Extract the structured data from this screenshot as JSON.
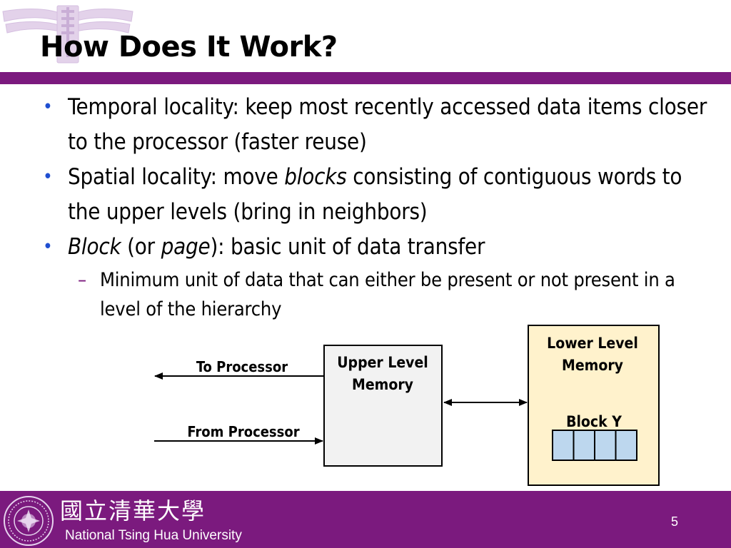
{
  "slide": {
    "title": "How Does It Work?",
    "bullets": [
      {
        "parts": [
          {
            "text": "Temporal locality: keep most recently accessed data items closer to the processor (faster reuse)",
            "italic": false
          }
        ]
      },
      {
        "parts": [
          {
            "text": "Spatial locality: move ",
            "italic": false
          },
          {
            "text": "blocks",
            "italic": true
          },
          {
            "text": " consisting of contiguous words to the upper levels (bring in neighbors)",
            "italic": false
          }
        ]
      },
      {
        "parts": [
          {
            "text": "Block",
            "italic": true
          },
          {
            "text": " (or ",
            "italic": false
          },
          {
            "text": "page",
            "italic": true
          },
          {
            "text": "): basic unit of data transfer",
            "italic": false
          }
        ]
      }
    ],
    "sub_bullet": "Minimum unit of data that can either be present or not present in a level of the hierarchy",
    "bullet_glyph": "•",
    "sub_glyph": "–"
  },
  "diagram": {
    "to_processor": "To Processor",
    "from_processor": "From Processor",
    "upper_level": [
      "Upper Level",
      "Memory"
    ],
    "lower_level": [
      "Lower Level",
      "Memory"
    ],
    "block_label": "Block Y",
    "block_cells": 4,
    "colors": {
      "upper_fill": "#f2f2f2",
      "lower_fill": "#fff2cc",
      "block_fill": "#bdd7ee"
    }
  },
  "footer": {
    "university_cn": "國立清華大學",
    "university_en": "National Tsing Hua University",
    "page_number": "5"
  },
  "colors": {
    "brand_purple": "#7b1a7e",
    "bullet_blue": "#1f4fd1",
    "logo_lavender": "#dcc8e6"
  },
  "icons": {
    "header_logo": "nthu-logo-icon",
    "footer_seal": "nthu-seal-icon"
  }
}
